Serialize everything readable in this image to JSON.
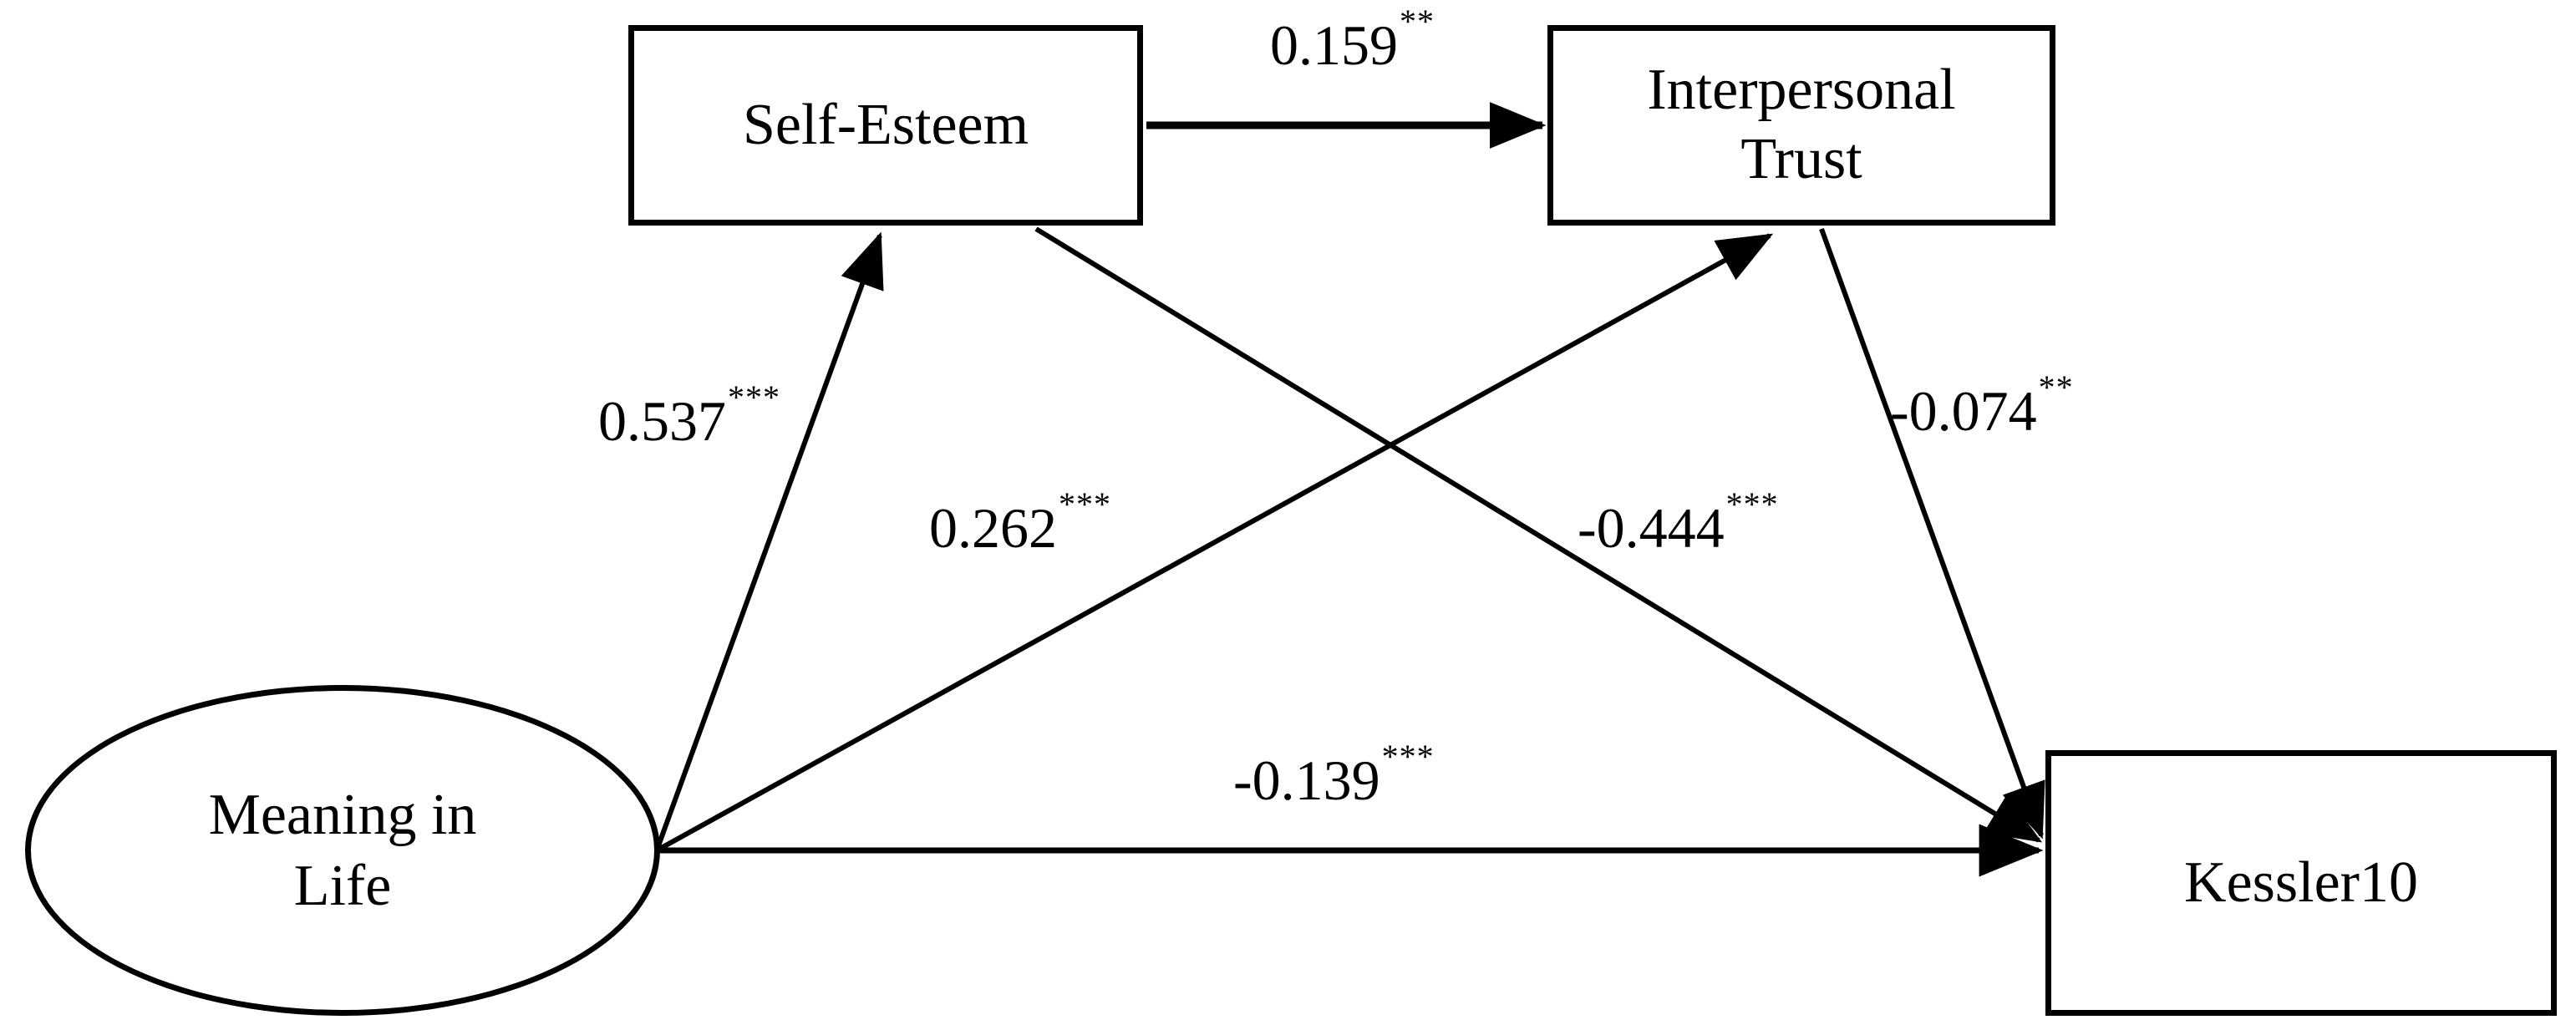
{
  "diagram": {
    "type": "path-diagram",
    "background_color": "#ffffff",
    "line_color": "#000000",
    "nodes": [
      {
        "id": "self-esteem",
        "label": "Self-Esteem",
        "shape": "rectangle",
        "role": "mediator"
      },
      {
        "id": "interpersonal-trust",
        "label": "Interpersonal\nTrust",
        "shape": "rectangle",
        "role": "mediator"
      },
      {
        "id": "meaning-in-life",
        "label": "Meaning in\nLife",
        "shape": "ellipse",
        "role": "predictor"
      },
      {
        "id": "kessler10",
        "label": "Kessler10",
        "shape": "rectangle",
        "role": "outcome"
      }
    ],
    "paths": [
      {
        "id": "se-to-it",
        "from": "self-esteem",
        "to": "interpersonal-trust",
        "coefficient": "0.159",
        "significance": "**"
      },
      {
        "id": "mil-to-se",
        "from": "meaning-in-life",
        "to": "self-esteem",
        "coefficient": "0.537",
        "significance": "***"
      },
      {
        "id": "mil-to-it",
        "from": "meaning-in-life",
        "to": "interpersonal-trust",
        "coefficient": "0.262",
        "significance": "***"
      },
      {
        "id": "se-to-k10",
        "from": "self-esteem",
        "to": "kessler10",
        "coefficient": "-0.444",
        "significance": "***"
      },
      {
        "id": "it-to-k10",
        "from": "interpersonal-trust",
        "to": "kessler10",
        "coefficient": "-0.074",
        "significance": "**"
      },
      {
        "id": "mil-to-k10",
        "from": "meaning-in-life",
        "to": "kessler10",
        "coefficient": "-0.139",
        "significance": "***"
      }
    ]
  }
}
